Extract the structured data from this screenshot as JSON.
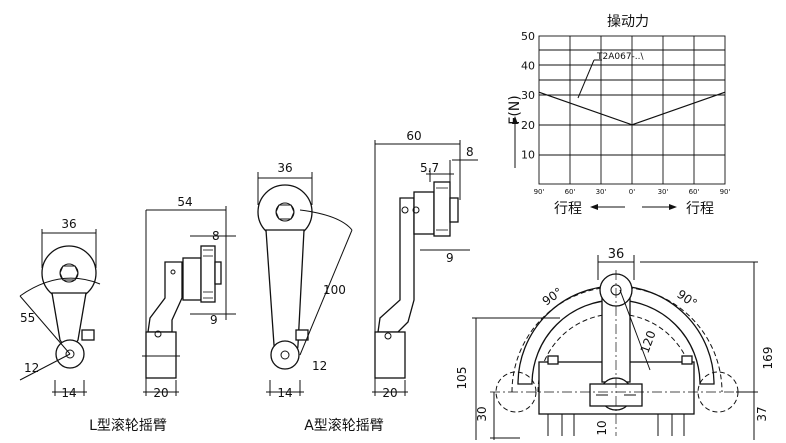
{
  "captions": {
    "l_type": "L型滚轮摇臂",
    "a_type": "A型滚轮摇臂"
  },
  "dims": {
    "d36_l": "36",
    "d55": "55",
    "d12_l": "12",
    "d14_l": "14",
    "d54": "54",
    "d8_l": "8",
    "d9_l": "9",
    "d20_l": "20",
    "d36_a": "36",
    "d100": "100",
    "d12_a": "12",
    "d14_a": "14",
    "d60": "60",
    "d5_7": "5.7",
    "d8_a": "8",
    "d9_a": "9",
    "d20_a": "20",
    "d36_b": "36",
    "d90_l": "90°",
    "d90_r": "90°",
    "d120": "120",
    "d105": "105",
    "d30": "30",
    "d10": "10",
    "d169": "169",
    "d37": "37"
  },
  "chart": {
    "title": "操动力",
    "ylabel": "F(N)",
    "xlabel_left": "行程",
    "xlabel_right": "行程",
    "series_label": "T2A067-..\\"
  },
  "chart_data": {
    "type": "line",
    "title": "操动力",
    "ylabel": "F(N)",
    "xlabel": "行程",
    "x": [
      -90,
      -60,
      -30,
      0,
      30,
      60,
      90
    ],
    "x_tick_labels": [
      "90'",
      "60'",
      "30'",
      "0'",
      "30'",
      "60'",
      "90'"
    ],
    "ylim": [
      0,
      50
    ],
    "y_ticks": [
      10,
      20,
      30,
      40,
      50
    ],
    "grid": true,
    "series": [
      {
        "name": "T2A067-..\\",
        "x": [
          -90,
          0,
          90
        ],
        "values": [
          31,
          20,
          31
        ]
      }
    ]
  }
}
